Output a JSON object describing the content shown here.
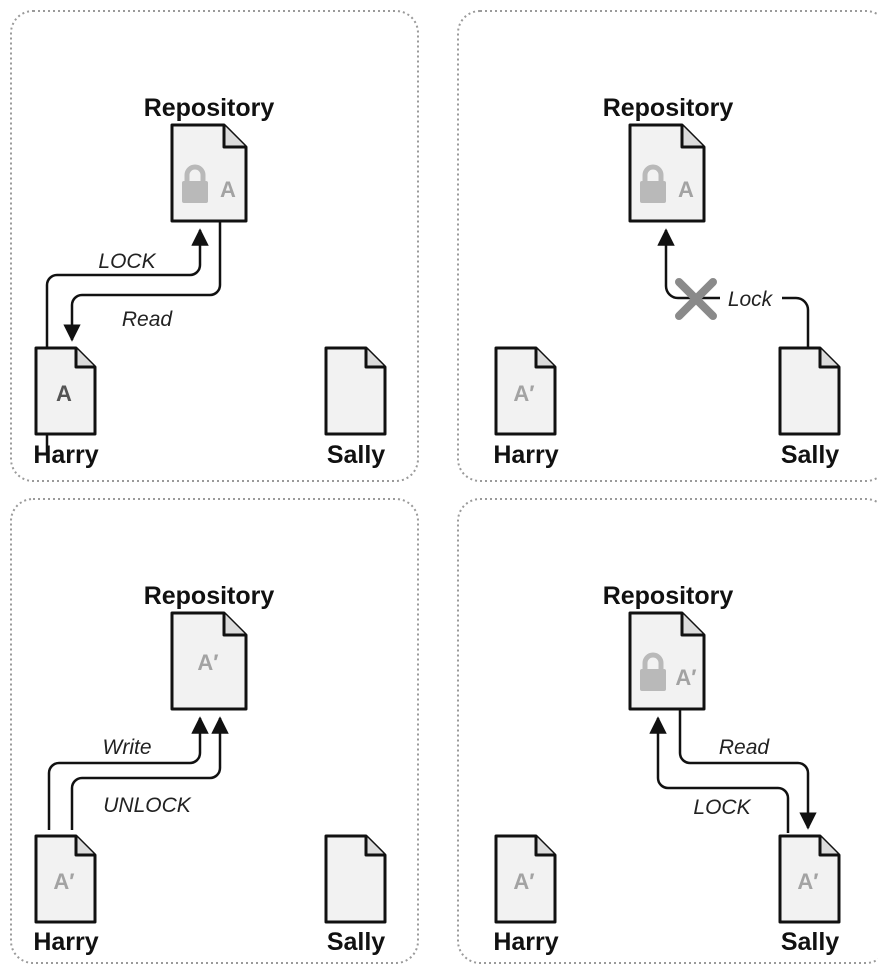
{
  "colors": {
    "background": "#ffffff",
    "panel_border": "#9a9a9a",
    "doc_fill": "#f2f2f2",
    "doc_stroke": "#111111",
    "lock_gray": "#b9b9b9",
    "x_mark": "#8a8a8a",
    "file_text_dim": "#a3a3a3",
    "file_text_dark": "#555555"
  },
  "panels": [
    {
      "repository_label": "Repository",
      "repository_file": {
        "text": "A",
        "locked": true
      },
      "harry_label": "Harry",
      "harry_file": {
        "text": "A",
        "style": "dark"
      },
      "sally_label": "Sally",
      "sally_file": {
        "text": ""
      },
      "arrows": [
        {
          "label": "LOCK",
          "from": "Harry",
          "to": "Repository"
        },
        {
          "label": "Read",
          "from": "Repository",
          "to": "Harry"
        }
      ]
    },
    {
      "repository_label": "Repository",
      "repository_file": {
        "text": "A",
        "locked": true
      },
      "harry_label": "Harry",
      "harry_file": {
        "text": "A′",
        "style": "dim"
      },
      "sally_label": "Sally",
      "sally_file": {
        "text": ""
      },
      "arrows": [
        {
          "label": "Lock",
          "from": "Sally",
          "to": "Repository",
          "blocked": true
        }
      ]
    },
    {
      "repository_label": "Repository",
      "repository_file": {
        "text": "A′",
        "locked": false
      },
      "harry_label": "Harry",
      "harry_file": {
        "text": "A′",
        "style": "dim"
      },
      "sally_label": "Sally",
      "sally_file": {
        "text": ""
      },
      "arrows": [
        {
          "label": "Write",
          "from": "Harry",
          "to": "Repository"
        },
        {
          "label": "UNLOCK",
          "from": "Harry",
          "to": "Repository"
        }
      ]
    },
    {
      "repository_label": "Repository",
      "repository_file": {
        "text": "A′",
        "locked": true
      },
      "harry_label": "Harry",
      "harry_file": {
        "text": "A′",
        "style": "dim"
      },
      "sally_label": "Sally",
      "sally_file": {
        "text": "A′",
        "style": "dim"
      },
      "arrows": [
        {
          "label": "Read",
          "from": "Repository",
          "to": "Sally"
        },
        {
          "label": "LOCK",
          "from": "Sally",
          "to": "Repository"
        }
      ]
    }
  ]
}
